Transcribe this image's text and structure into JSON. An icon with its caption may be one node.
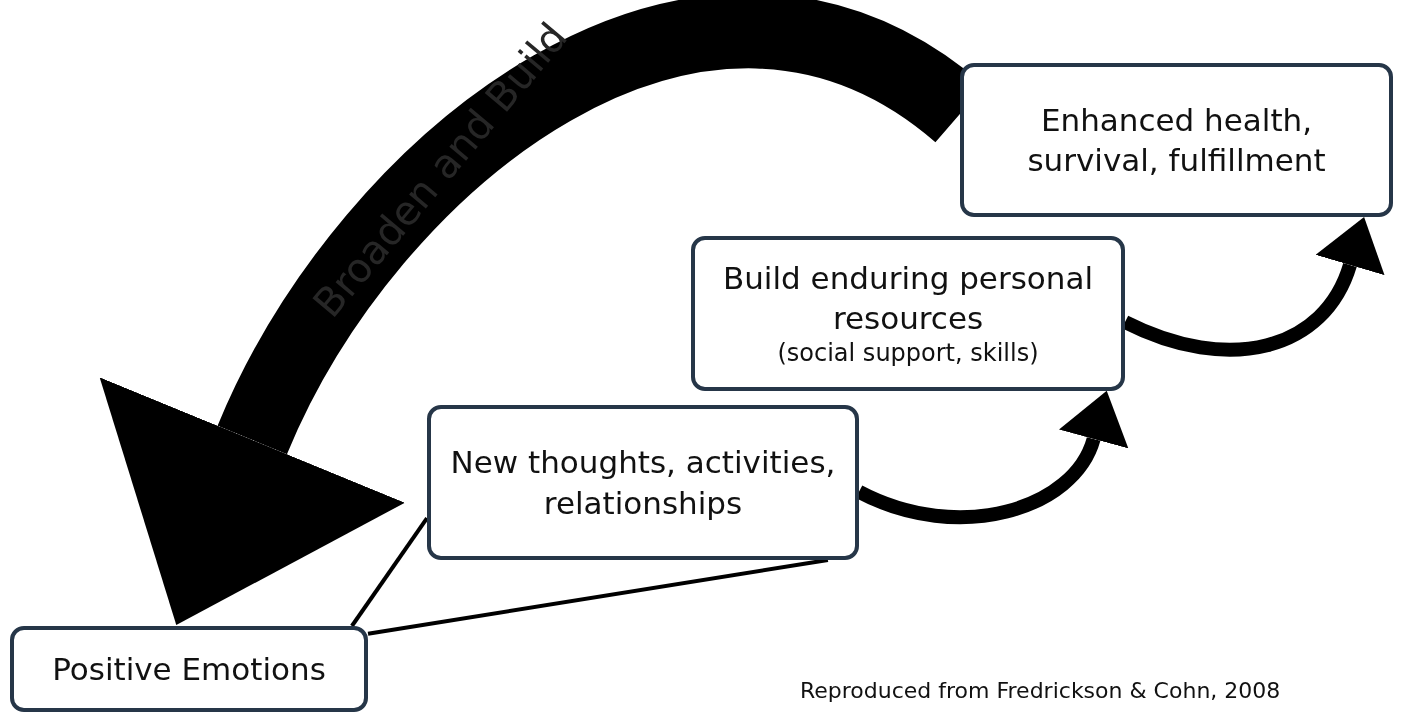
{
  "diagram": {
    "nodes": [
      {
        "text": [
          "Positive Emotions"
        ]
      },
      {
        "text": [
          "New thoughts, activities, relationships"
        ]
      },
      {
        "text": [
          "Build enduring personal resources",
          "(social support, skills)"
        ]
      },
      {
        "text": [
          "Enhanced health, survival, fulfillment"
        ]
      }
    ],
    "edges": [
      {
        "from": 1,
        "to": 2,
        "arrow": "to"
      },
      {
        "from": 2,
        "to": 3,
        "arrow": "to"
      },
      {
        "from": 3,
        "to": 0,
        "arrow": "to",
        "style": "thick",
        "label": "Broaden and Build"
      },
      {
        "from": 0,
        "to": 1,
        "arrow": "none"
      },
      {
        "from": 0,
        "to": 1,
        "arrow": "none"
      }
    ],
    "labels": [
      "Reproduced from Fredrickson & Cohn, 2008"
    ]
  }
}
